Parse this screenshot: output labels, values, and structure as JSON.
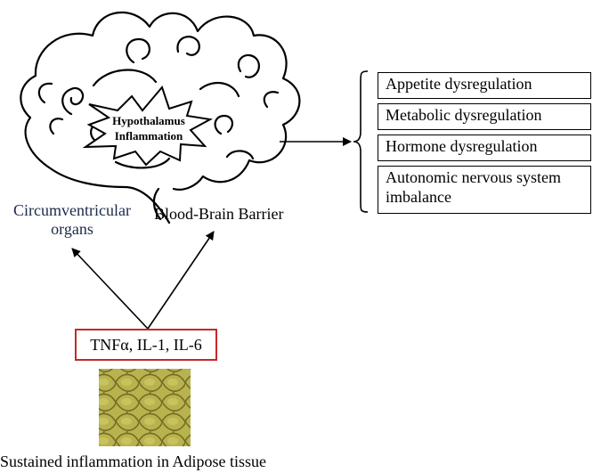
{
  "brain": {
    "center_label_line1": "Hypothalamus",
    "center_label_line2": "Inflammation"
  },
  "routes": {
    "cvo_line1": "Circumventricular",
    "cvo_line2": "organs",
    "bbb": "Blood-Brain Barrier"
  },
  "outcomes": [
    "Appetite dysregulation",
    "Metabolic dysregulation",
    "Hormone dysregulation",
    "Autonomic nervous system",
    "imbalance"
  ],
  "cytokines": "TNFα, IL-1, IL-6",
  "adipose": {
    "caption": "Sustained inflammation in Adipose tissue"
  },
  "colors": {
    "cytokine_border": "#c62828",
    "cvo_text": "#1b2a4a",
    "adipose_base": "#a8a23a"
  }
}
